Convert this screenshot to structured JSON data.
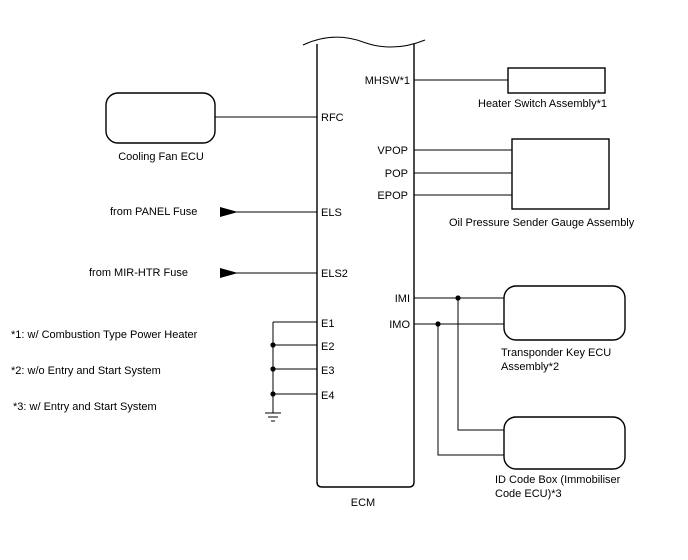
{
  "ecm": {
    "label": "ECM",
    "pins_left": [
      "RFC",
      "ELS",
      "ELS2",
      "E1",
      "E2",
      "E3",
      "E4"
    ],
    "pins_right": [
      "MHSW*1",
      "VPOP",
      "POP",
      "EPOP",
      "IMI",
      "IMO"
    ]
  },
  "components": {
    "cooling_fan": "Cooling Fan ECU",
    "heater_switch": "Heater Switch Assembly*1",
    "oil_pressure": "Oil Pressure Sender Gauge Assembly",
    "transponder_line1": "Transponder Key ECU",
    "transponder_line2": "Assembly*2",
    "id_code_line1": "ID Code Box (Immobiliser",
    "id_code_line2": "Code ECU)*3"
  },
  "sources": {
    "panel_fuse": "from PANEL Fuse",
    "mir_htr_fuse": "from MIR-HTR Fuse"
  },
  "notes": [
    "*1: w/ Combustion Type Power Heater",
    "*2: w/o Entry and Start System",
    "*3: w/ Entry and Start System"
  ]
}
